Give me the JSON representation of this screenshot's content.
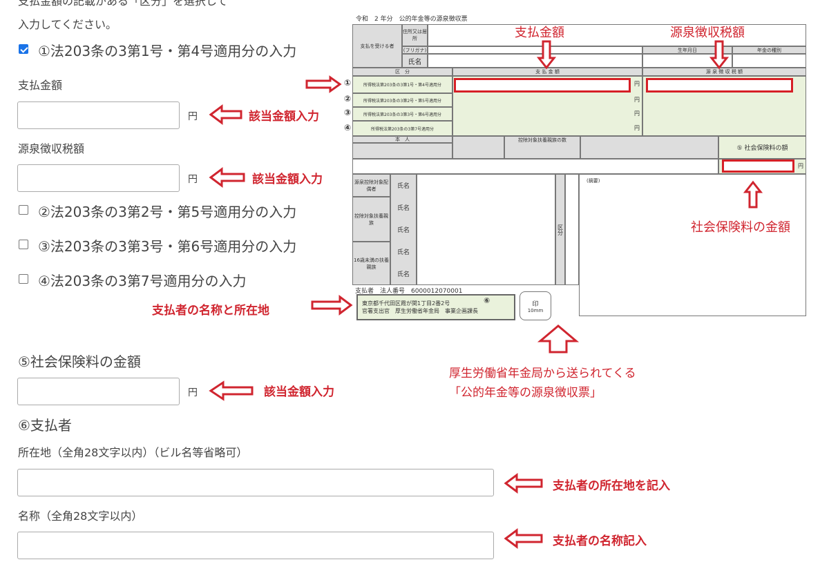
{
  "instructions": {
    "line1": "支払金額の記載がある「区分」を選択して",
    "line2": "入力してください。"
  },
  "checkboxes": [
    {
      "label": "①法203条の3第1号・第4号適用分の入力",
      "checked": true
    },
    {
      "label": "②法203条の3第2号・第5号適用分の入力",
      "checked": false
    },
    {
      "label": "③法203条の3第3号・第6号適用分の入力",
      "checked": false
    },
    {
      "label": "④法203条の3第7号適用分の入力",
      "checked": false
    }
  ],
  "fields": {
    "payment_label": "支払金額",
    "payment_value": "",
    "withholding_label": "源泉徴収税額",
    "withholding_value": "",
    "social_label": "⑤社会保険料の金額",
    "social_value": "",
    "payer_heading": "⑥支払者",
    "address_label": "所在地（全角28文字以内）（ビル名等省略可）",
    "address_value": "",
    "name_label": "名称（全角28文字以内）",
    "name_value": "",
    "yen": "円"
  },
  "annotations": {
    "enter_amount": "該当金額入力",
    "payer_name_address": "支払者の名称と所在地",
    "write_address": "支払者の所在地を記入",
    "write_name": "支払者の名称記入",
    "payment_amount": "支払金額",
    "withholding_tax": "源泉徴収税額",
    "social_insurance": "社会保険料の金額",
    "sent_from_1": "厚生労働省年金局から送られてくる",
    "sent_from_2": "「公的年金等の源泉徴収票」"
  },
  "slip": {
    "title": "令和　2 年分　公的年金等の源泉徴収票",
    "recipient": "支払を受ける者",
    "address": "住所又は居所",
    "furigana": "(フリガナ)",
    "name": "氏名",
    "birth": "生年月日",
    "pension_type": "年金の種別",
    "category": "区　分",
    "payment": "支 払 金 額",
    "withholding": "源 泉 徴 収 税 額",
    "rows": [
      {
        "num": "①",
        "label": "所得税法第203条の3第1号・第4号適用分"
      },
      {
        "num": "②",
        "label": "所得税法第203条の3第2号・第5号適用分"
      },
      {
        "num": "③",
        "label": "所得税法第203条の3第3号・第6号適用分"
      },
      {
        "num": "④",
        "label": "所得税法第203条の3第7号適用分"
      }
    ],
    "yen": "円",
    "self": "本　人",
    "dependents": "控除対象扶養親族の数",
    "social": "⑤ 社会保険料の額",
    "spouse": "源泉控除対象配偶者",
    "dependent_relatives": "控除対象扶養親族",
    "under16": "16歳未満の扶養親族",
    "kubun": "区分",
    "remarks": "(摘要)",
    "payer": "支払者　法人番号　6000012070001",
    "payer_address": "東京都千代田区霞が関1丁目2番2号",
    "payer_circle": "⑥",
    "payer_name": "官署支出官　厚生労働省年金局　事業企画課長",
    "seal": "印",
    "seal_size": "10mm"
  }
}
